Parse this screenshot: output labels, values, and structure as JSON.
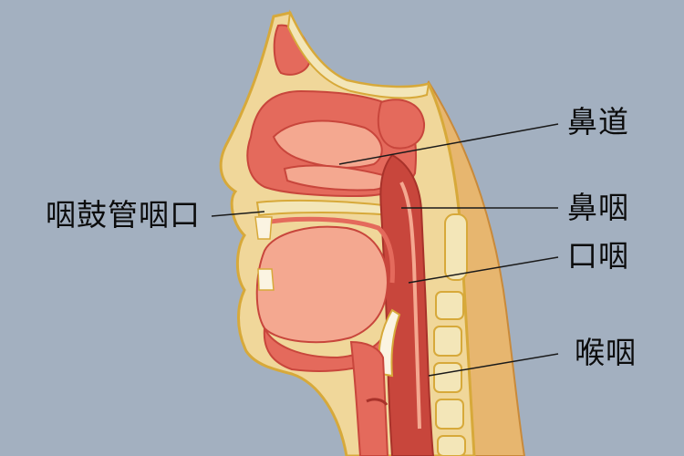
{
  "labels": {
    "nasal_cavity": "鼻道",
    "eustachian_tube_opening": "咽鼓管咽口",
    "nasopharynx": "鼻咽",
    "oropharynx": "口咽",
    "laryngopharynx": "喉咽"
  },
  "colors": {
    "background": "#a3b0c0",
    "skin": "#f0d79a",
    "skin_outline": "#d7a93a",
    "tissue": "#e46a5c",
    "tissue_dark": "#c8463c",
    "tissue_light": "#f4a890",
    "bone": "#f3e6b8",
    "spine_bg": "#e7b66f",
    "leader_line": "#1a1a1a"
  }
}
